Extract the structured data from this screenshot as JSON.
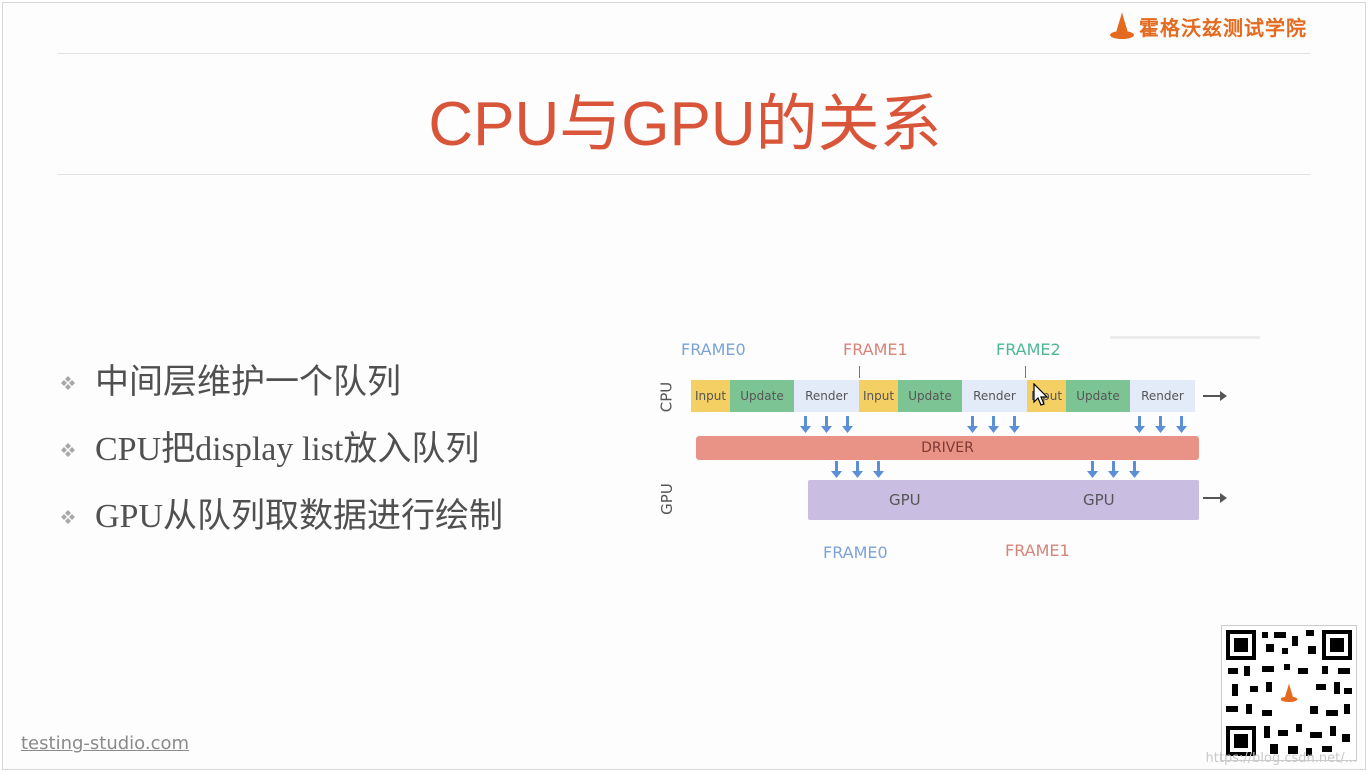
{
  "logo": {
    "text": "霍格沃兹测试学院"
  },
  "title": "CPU与GPU的关系",
  "bullets": [
    "中间层维护一个队列",
    "CPU把display list放入队列",
    "GPU从队列取数据进行绘制"
  ],
  "diagram": {
    "frames_top": [
      "FRAME0",
      "FRAME1",
      "FRAME2"
    ],
    "cpu_label": "CPU",
    "gpu_label": "GPU",
    "cpu_segments": [
      "Input",
      "Update",
      "Render",
      "Input",
      "Update",
      "Render",
      "Input",
      "Update",
      "Render"
    ],
    "driver_label": "DRIVER",
    "gpu_blocks": [
      "GPU",
      "GPU"
    ],
    "frames_bottom": [
      "FRAME0",
      "FRAME1"
    ],
    "colors": {
      "input": "#f4cf63",
      "update": "#7dc495",
      "render": "#e3ebf8",
      "driver": "#e89385",
      "gpu": "#c9bde2",
      "frame0": "#7ba3d8",
      "frame1": "#d7837a",
      "frame2": "#4db795",
      "arrow": "#5b8fd6"
    }
  },
  "footer": {
    "url": "testing-studio.com"
  },
  "watermark": "https://blog.csdn.net/..."
}
